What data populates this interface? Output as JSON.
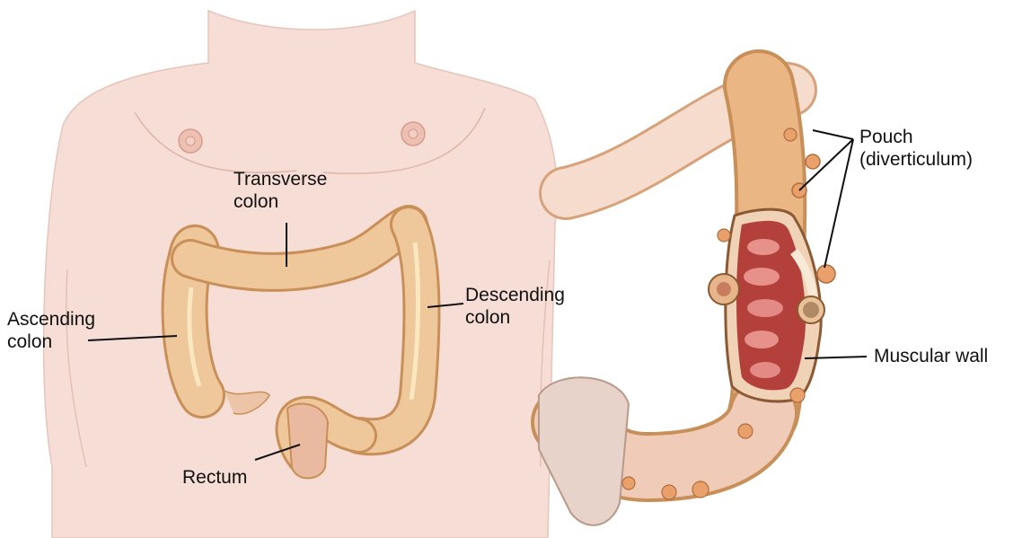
{
  "labels": {
    "transverse_colon": [
      "Transverse",
      "colon"
    ],
    "ascending_colon": [
      "Ascending",
      "colon"
    ],
    "descending_colon": [
      "Descending",
      "colon"
    ],
    "rectum": "Rectum",
    "pouch": [
      "Pouch",
      "(diverticulum)"
    ],
    "muscular_wall": "Muscular wall"
  },
  "colors": {
    "skin": "#f6ddd6",
    "skin_outline": "#e3c1b7",
    "colon_tan": "#eec79a",
    "colon_outline": "#c98f58",
    "colon_inner": "#d9a878",
    "mucosa_red": "#b23b35",
    "mucosa_pink": "#e38a86",
    "leader_line": "#111111"
  }
}
